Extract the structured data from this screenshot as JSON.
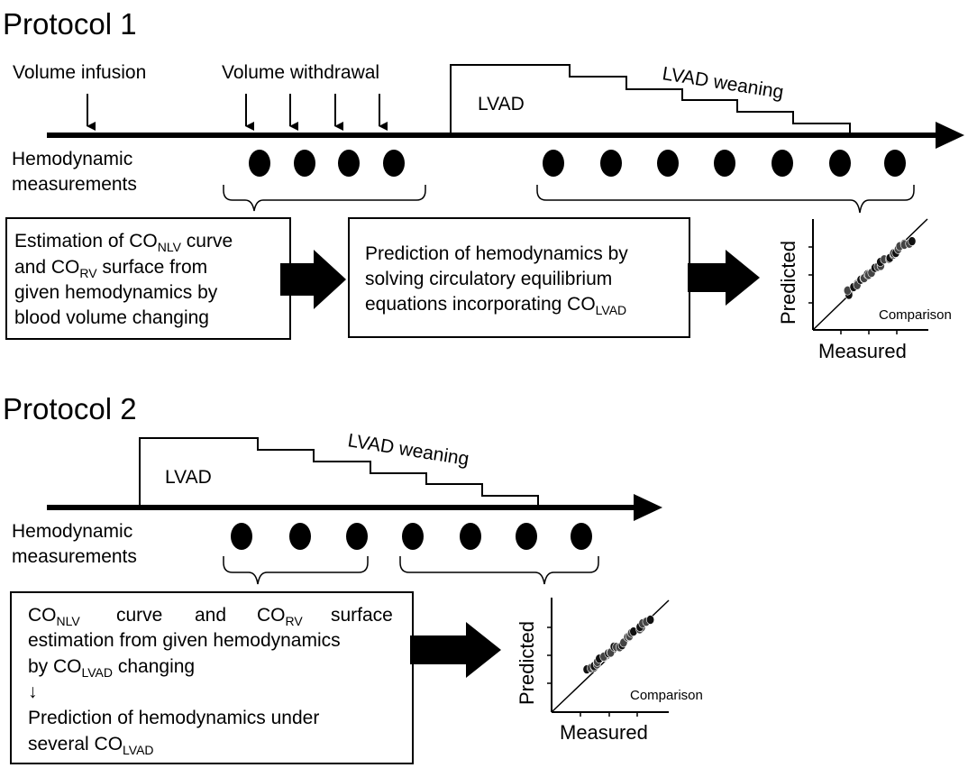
{
  "protocol1": {
    "title": "Protocol 1",
    "volume_infusion": "Volume infusion",
    "volume_withdrawal": "Volume withdrawal",
    "lvad": "LVAD",
    "lvad_weaning": "LVAD weaning",
    "hemo_line1": "Hemodynamic",
    "hemo_line2": "measurements",
    "box1": {
      "l1_a": "Estimation of CO",
      "l1_sub": "NLV",
      "l1_b": " curve",
      "l2_a": "and  CO",
      "l2_sub": "RV",
      "l2_b": "  surface  from",
      "l3": "given  hemodynamics  by",
      "l4": "blood volume changing"
    },
    "box2": {
      "l1": "Prediction  of  hemodynamics  by",
      "l2": "solving   circulatory   equilibrium",
      "l3_a": "equations incorporating CO",
      "l3_sub": "LVAD"
    },
    "plot": {
      "xlabel": "Measured",
      "ylabel": "Predicted",
      "note": "Comparison"
    }
  },
  "protocol2": {
    "title": "Protocol 2",
    "lvad": "LVAD",
    "lvad_weaning": "LVAD weaning",
    "hemo_line1": "Hemodynamic",
    "hemo_line2": "measurements",
    "box": {
      "l1_a": "CO",
      "l1_sub": "NLV",
      "l1_b": "curve",
      "l1_c": "and",
      "l1_d": "CO",
      "l1_dsub": "RV",
      "l1_e": "surface",
      "l2": "estimation from given hemodynamics",
      "l3_a": "by CO",
      "l3_sub": "LVAD",
      "l3_b": " changing",
      "arrow": "↓",
      "l5": "Prediction  of  hemodynamics  under",
      "l6_a": "several CO",
      "l6_sub": "LVAD"
    },
    "plot": {
      "xlabel": "Measured",
      "ylabel": "Predicted",
      "note": "Comparison"
    }
  }
}
